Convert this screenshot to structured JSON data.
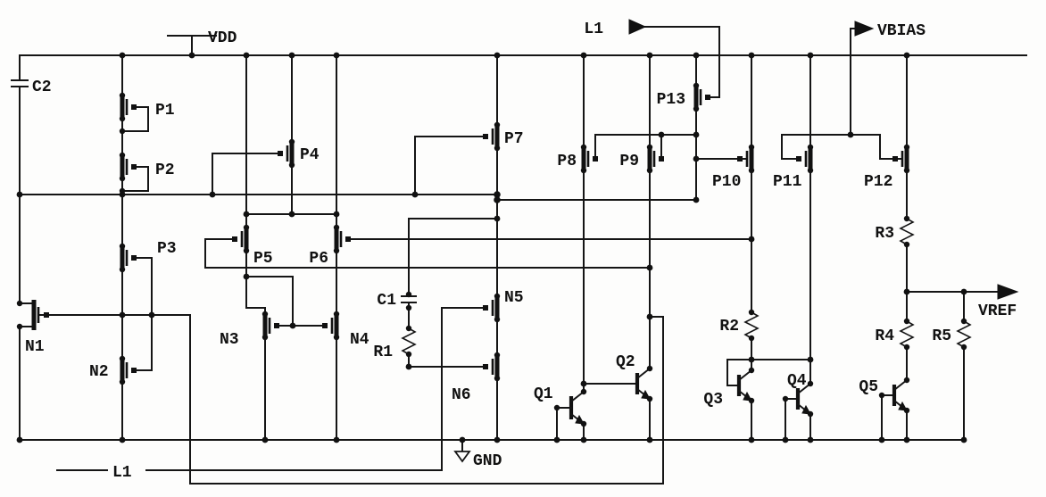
{
  "schematic": {
    "kind": "analog CMOS bandgap voltage reference circuit",
    "colors": {
      "ink": "#151515",
      "background": "#fdfdfc"
    }
  },
  "labels": {
    "vdd": "VDD",
    "gnd": "GND",
    "vbias": "VBIAS",
    "vref": "VREF",
    "l1_top": "L1",
    "l1_bottom": "L1",
    "c1": "C1",
    "c2": "C2",
    "r1": "R1",
    "r2": "R2",
    "r3": "R3",
    "r4": "R4",
    "r5": "R5",
    "p1": "P1",
    "p2": "P2",
    "p3": "P3",
    "p4": "P4",
    "p5": "P5",
    "p6": "P6",
    "p7": "P7",
    "p8": "P8",
    "p9": "P9",
    "p10": "P10",
    "p11": "P11",
    "p12": "P12",
    "p13": "P13",
    "n1": "N1",
    "n2": "N2",
    "n3": "N3",
    "n4": "N4",
    "n5": "N5",
    "n6": "N6",
    "q1": "Q1",
    "q2": "Q2",
    "q3": "Q3",
    "q4": "Q4",
    "q5": "Q5"
  }
}
